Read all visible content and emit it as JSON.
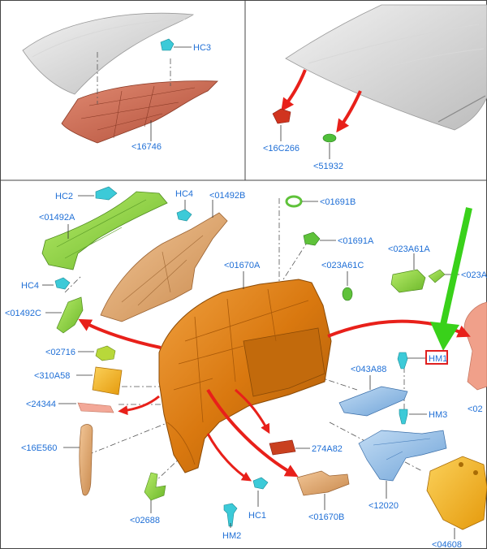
{
  "panels": {
    "top_left": {
      "labels": {
        "hc3": "HC3",
        "p16746": "<16746"
      }
    },
    "top_right": {
      "labels": {
        "p16c266": "<16C266",
        "p51932": "<51932"
      }
    },
    "main": {
      "labels": {
        "hc2": "HC2",
        "hc4_left": "HC4",
        "hc4_top": "HC4",
        "p01492a": "<01492A",
        "p01492b": "<01492B",
        "p01492c": "<01492C",
        "p01691b": "<01691B",
        "p01691a": "<01691A",
        "p01670a": "<01670A",
        "p023a61c": "<023A61C",
        "p023a61a": "<023A61A",
        "p023a_edge": "<023A",
        "p02716": "<02716",
        "p310a58": "<310A58",
        "p24344": "<24344",
        "p16e560": "<16E560",
        "p043a88": "<043A88",
        "hm1": "HM1",
        "hm3": "HM3",
        "p02_edge": "<02",
        "p274a82": "274A82",
        "p02688": "<02688",
        "hc1": "HC1",
        "hm2": "HM2",
        "p01670b": "<01670B",
        "p12020": "<12020",
        "p04608": "<04608"
      }
    }
  },
  "colors": {
    "label": "#1f6fd6",
    "highlight_box": "#e02020",
    "arrow_red": "#e8201a",
    "arrow_green": "#39d11a",
    "part_orange": "#d9780f",
    "part_green": "#8fd13a",
    "part_blue": "#8ab8e6",
    "part_tan": "#e3a46a",
    "part_rust": "#c9604b",
    "part_yellow": "#f2b21d"
  }
}
